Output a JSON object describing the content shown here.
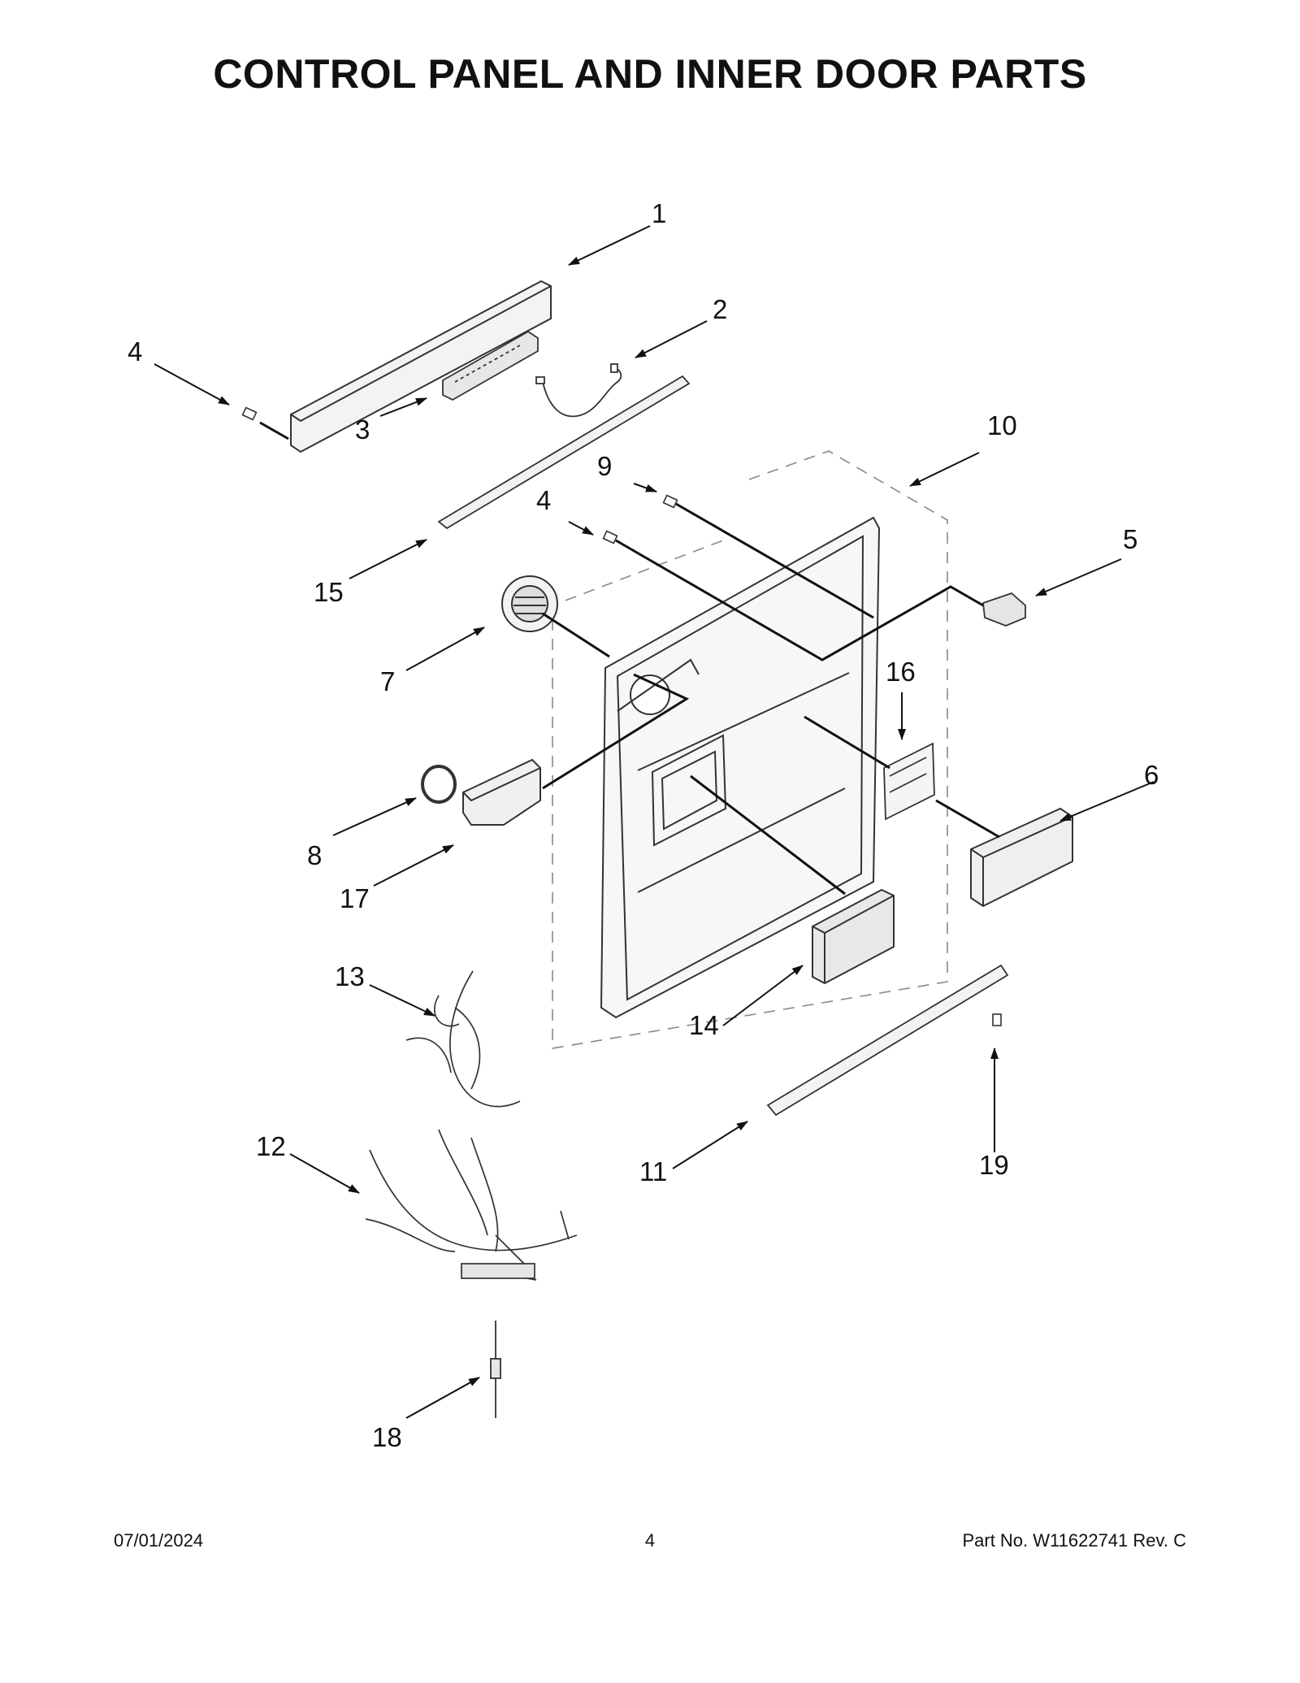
{
  "title": "CONTROL PANEL AND INNER DOOR PARTS",
  "callouts": [
    "1",
    "2",
    "3",
    "4",
    "4",
    "5",
    "6",
    "7",
    "8",
    "9",
    "10",
    "11",
    "12",
    "13",
    "14",
    "15",
    "16",
    "17",
    "18",
    "19"
  ],
  "footer": {
    "date": "07/01/2024",
    "page": "4",
    "part": "Part No.  W11622741  Rev.  C"
  }
}
